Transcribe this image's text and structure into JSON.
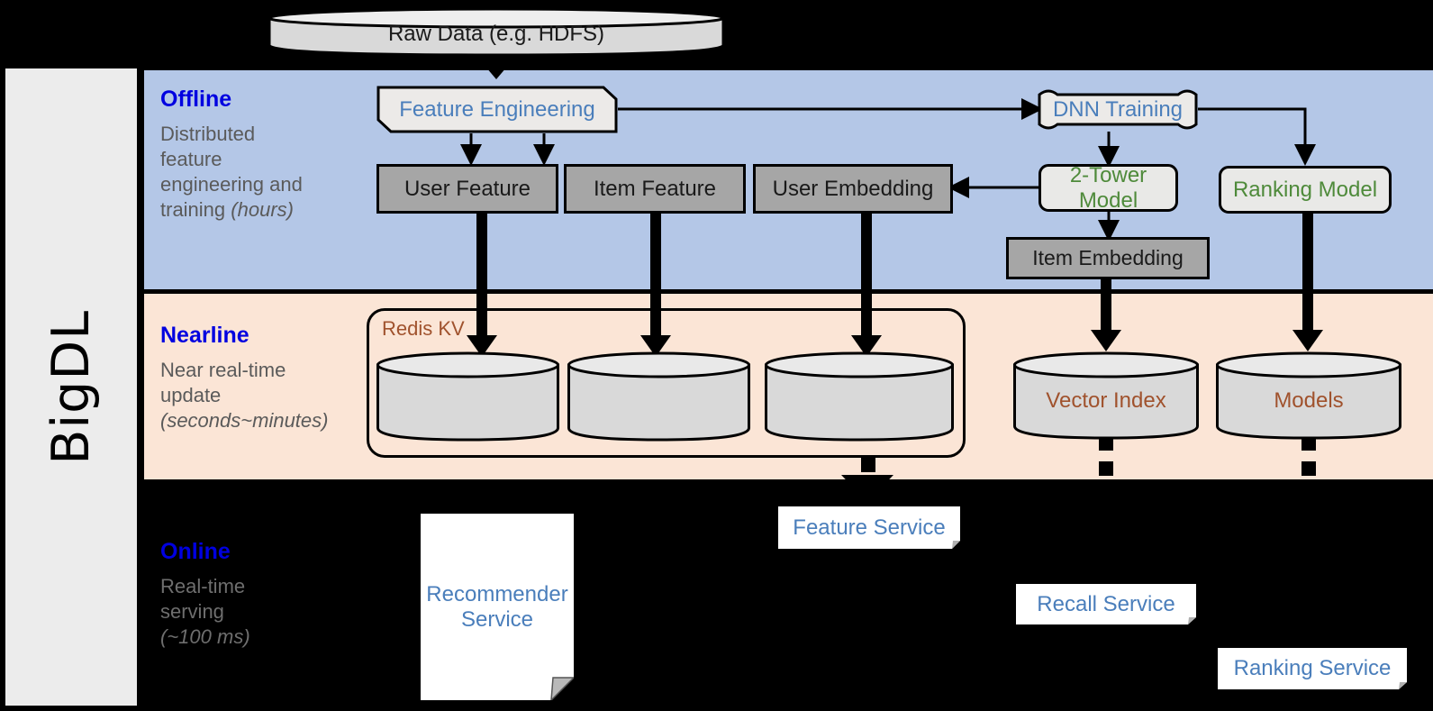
{
  "sidebar": {
    "label": "BigDL"
  },
  "bands": [
    {
      "id": "offline",
      "title": "Offline",
      "subtitle": "Distributed feature engineering and ",
      "subtitle_em": "training (hours)"
    },
    {
      "id": "nearline",
      "title": "Nearline",
      "subtitle": "Near real-time update ",
      "subtitle_em": "(seconds~minutes)"
    },
    {
      "id": "online",
      "title": "Online",
      "subtitle": "Real-time serving ",
      "subtitle_em": "(~100 ms)"
    }
  ],
  "captions": {
    "offline": {
      "title": "Offline",
      "line1": "Distributed",
      "line2": "feature",
      "line3": "engineering and",
      "line4": "training ",
      "em": "(hours)"
    },
    "nearline": {
      "title": "Nearline",
      "line1": "Near real-time",
      "line2": "update",
      "em": "(seconds~minutes)"
    },
    "online": {
      "title": "Online",
      "line1": "Real-time",
      "line2": "serving",
      "em": "(~100 ms)"
    }
  },
  "nodes": {
    "raw_data": "Raw Data (e.g. HDFS)",
    "feature_engineering": "Feature Engineering",
    "dnn_training": "DNN Training",
    "user_feature": "User Feature",
    "item_feature": "Item Feature",
    "user_embedding": "User Embedding",
    "two_tower_model": "2-Tower Model",
    "ranking_model": "Ranking Model",
    "item_embedding": "Item Embedding",
    "redis_kv": "Redis KV",
    "vector_index": "Vector Index",
    "models": "Models",
    "feature_service": "Feature Service",
    "recommender_service_l1": "Recommender",
    "recommender_service_l2": "Service",
    "recall_service": "Recall Service",
    "ranking_service": "Ranking Service"
  },
  "colors": {
    "offline_band": "#b4c7e7",
    "nearline_band": "#fbe5d6",
    "online_band": "#000000",
    "sidebar": "#ececec",
    "band_title": "#0000e0",
    "band_subtitle": "#5a5a5a",
    "process_text": "#4a7ebb",
    "model_text": "#4e8a3a",
    "store_text": "#a0522d",
    "gray_box": "#a6a6a6",
    "cylinder": "#d9d9d9"
  }
}
